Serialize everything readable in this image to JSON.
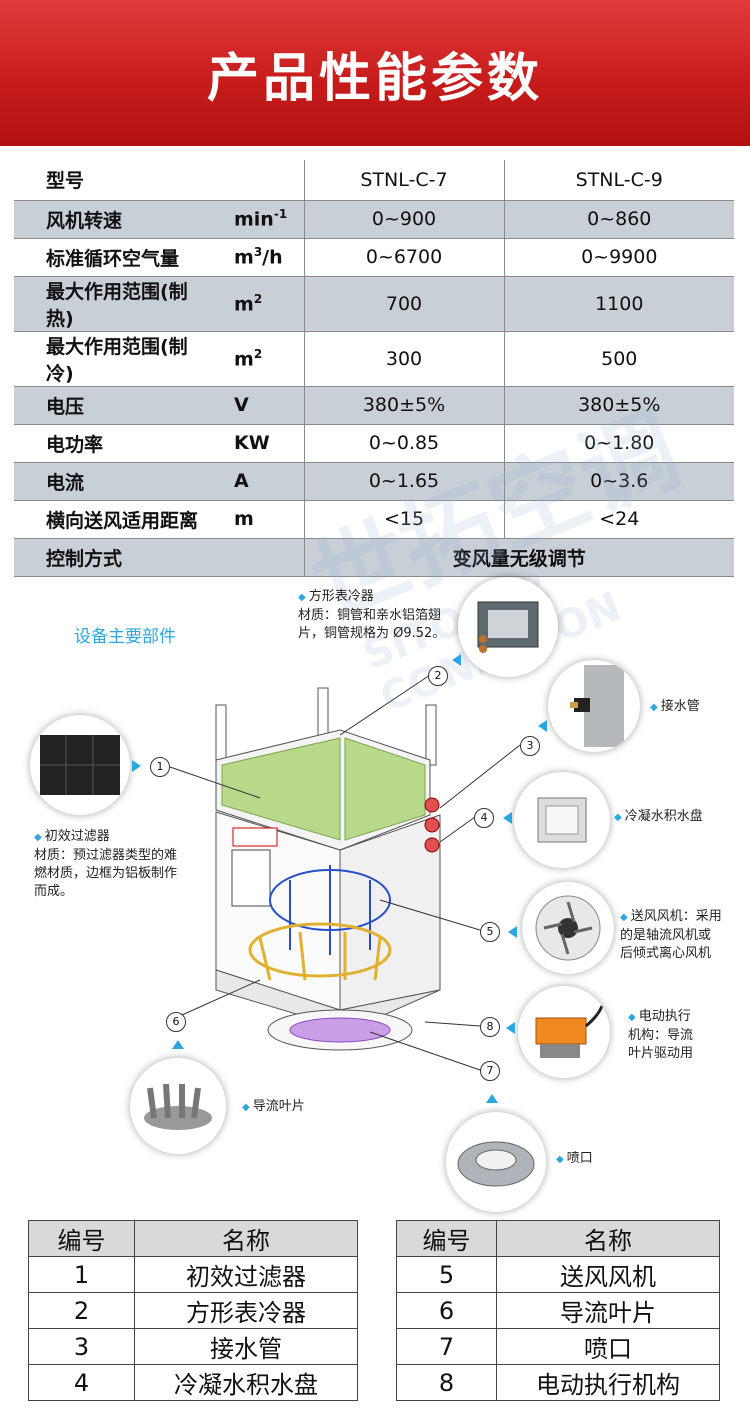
{
  "banner": {
    "title": "产品性能参数"
  },
  "spec_table": {
    "header": {
      "name": "型号",
      "col1": "STNL-C-7",
      "col2": "STNL-C-9"
    },
    "rows": [
      {
        "name": "风机转速",
        "unit": "min",
        "unit_sup": "-1",
        "v1": "0~900",
        "v2": "0~860"
      },
      {
        "name": "标准循环空气量",
        "unit": "m",
        "unit_sup": "3",
        "unit_tail": "/h",
        "v1": "0~6700",
        "v2": "0~9900"
      },
      {
        "name": "最大作用范围(制热)",
        "unit": "m",
        "unit_sup": "2",
        "v1": "700",
        "v2": "1100"
      },
      {
        "name": "最大作用范围(制冷)",
        "unit": "m",
        "unit_sup": "2",
        "v1": "300",
        "v2": "500"
      },
      {
        "name": "电压",
        "unit": "V",
        "v1": "380±5%",
        "v2": "380±5%"
      },
      {
        "name": "电功率",
        "unit": "KW",
        "v1": "0~0.85",
        "v2": "0~1.80"
      },
      {
        "name": "电流",
        "unit": "A",
        "v1": "0~1.65",
        "v2": "0~3.6"
      },
      {
        "name": "横向送风适用距离",
        "unit": "m",
        "v1": "<15",
        "v2": "<24"
      }
    ],
    "control": {
      "name": "控制方式",
      "value": "变风量无级调节"
    }
  },
  "diagram": {
    "section_label": "设备主要部件",
    "callouts": {
      "c2_title": "方形表冷器",
      "c2_l1": "材质：铜管和亲水铝箔翅",
      "c2_l2": "片，铜管规格为 Ø9.52。",
      "c3": "接水管",
      "c4": "冷凝水积水盘",
      "c5_l1": "送风风机：采用",
      "c5_l2": "的是轴流风机或",
      "c5_l3": "后倾式离心风机",
      "c8_l1": "电动执行",
      "c8_l2": "机构：导流",
      "c8_l3": "叶片驱动用",
      "c6": "导流叶片",
      "c7": "喷口",
      "c1_title": "初效过滤器",
      "c1_l1": "材质：预过滤器类型的难",
      "c1_l2": "燃材质，边框为铝板制作",
      "c1_l3": "而成。"
    },
    "numbers": [
      "1",
      "2",
      "3",
      "4",
      "5",
      "6",
      "7",
      "8"
    ]
  },
  "parts_table": {
    "header": {
      "no": "编号",
      "name": "名称"
    },
    "left": [
      {
        "no": "1",
        "name": "初效过滤器"
      },
      {
        "no": "2",
        "name": "方形表冷器"
      },
      {
        "no": "3",
        "name": "接水管"
      },
      {
        "no": "4",
        "name": "冷凝水积水盘"
      }
    ],
    "right": [
      {
        "no": "5",
        "name": "送风风机"
      },
      {
        "no": "6",
        "name": "导流叶片"
      },
      {
        "no": "7",
        "name": "喷口"
      },
      {
        "no": "8",
        "name": "电动执行机构"
      }
    ]
  },
  "watermark": {
    "cn": "世拓空调",
    "en": "SITO AIR CONDITION"
  },
  "colors": {
    "banner": "#c51a1a",
    "accent": "#2aa6e0",
    "row_shade": "#c8cfd6"
  }
}
